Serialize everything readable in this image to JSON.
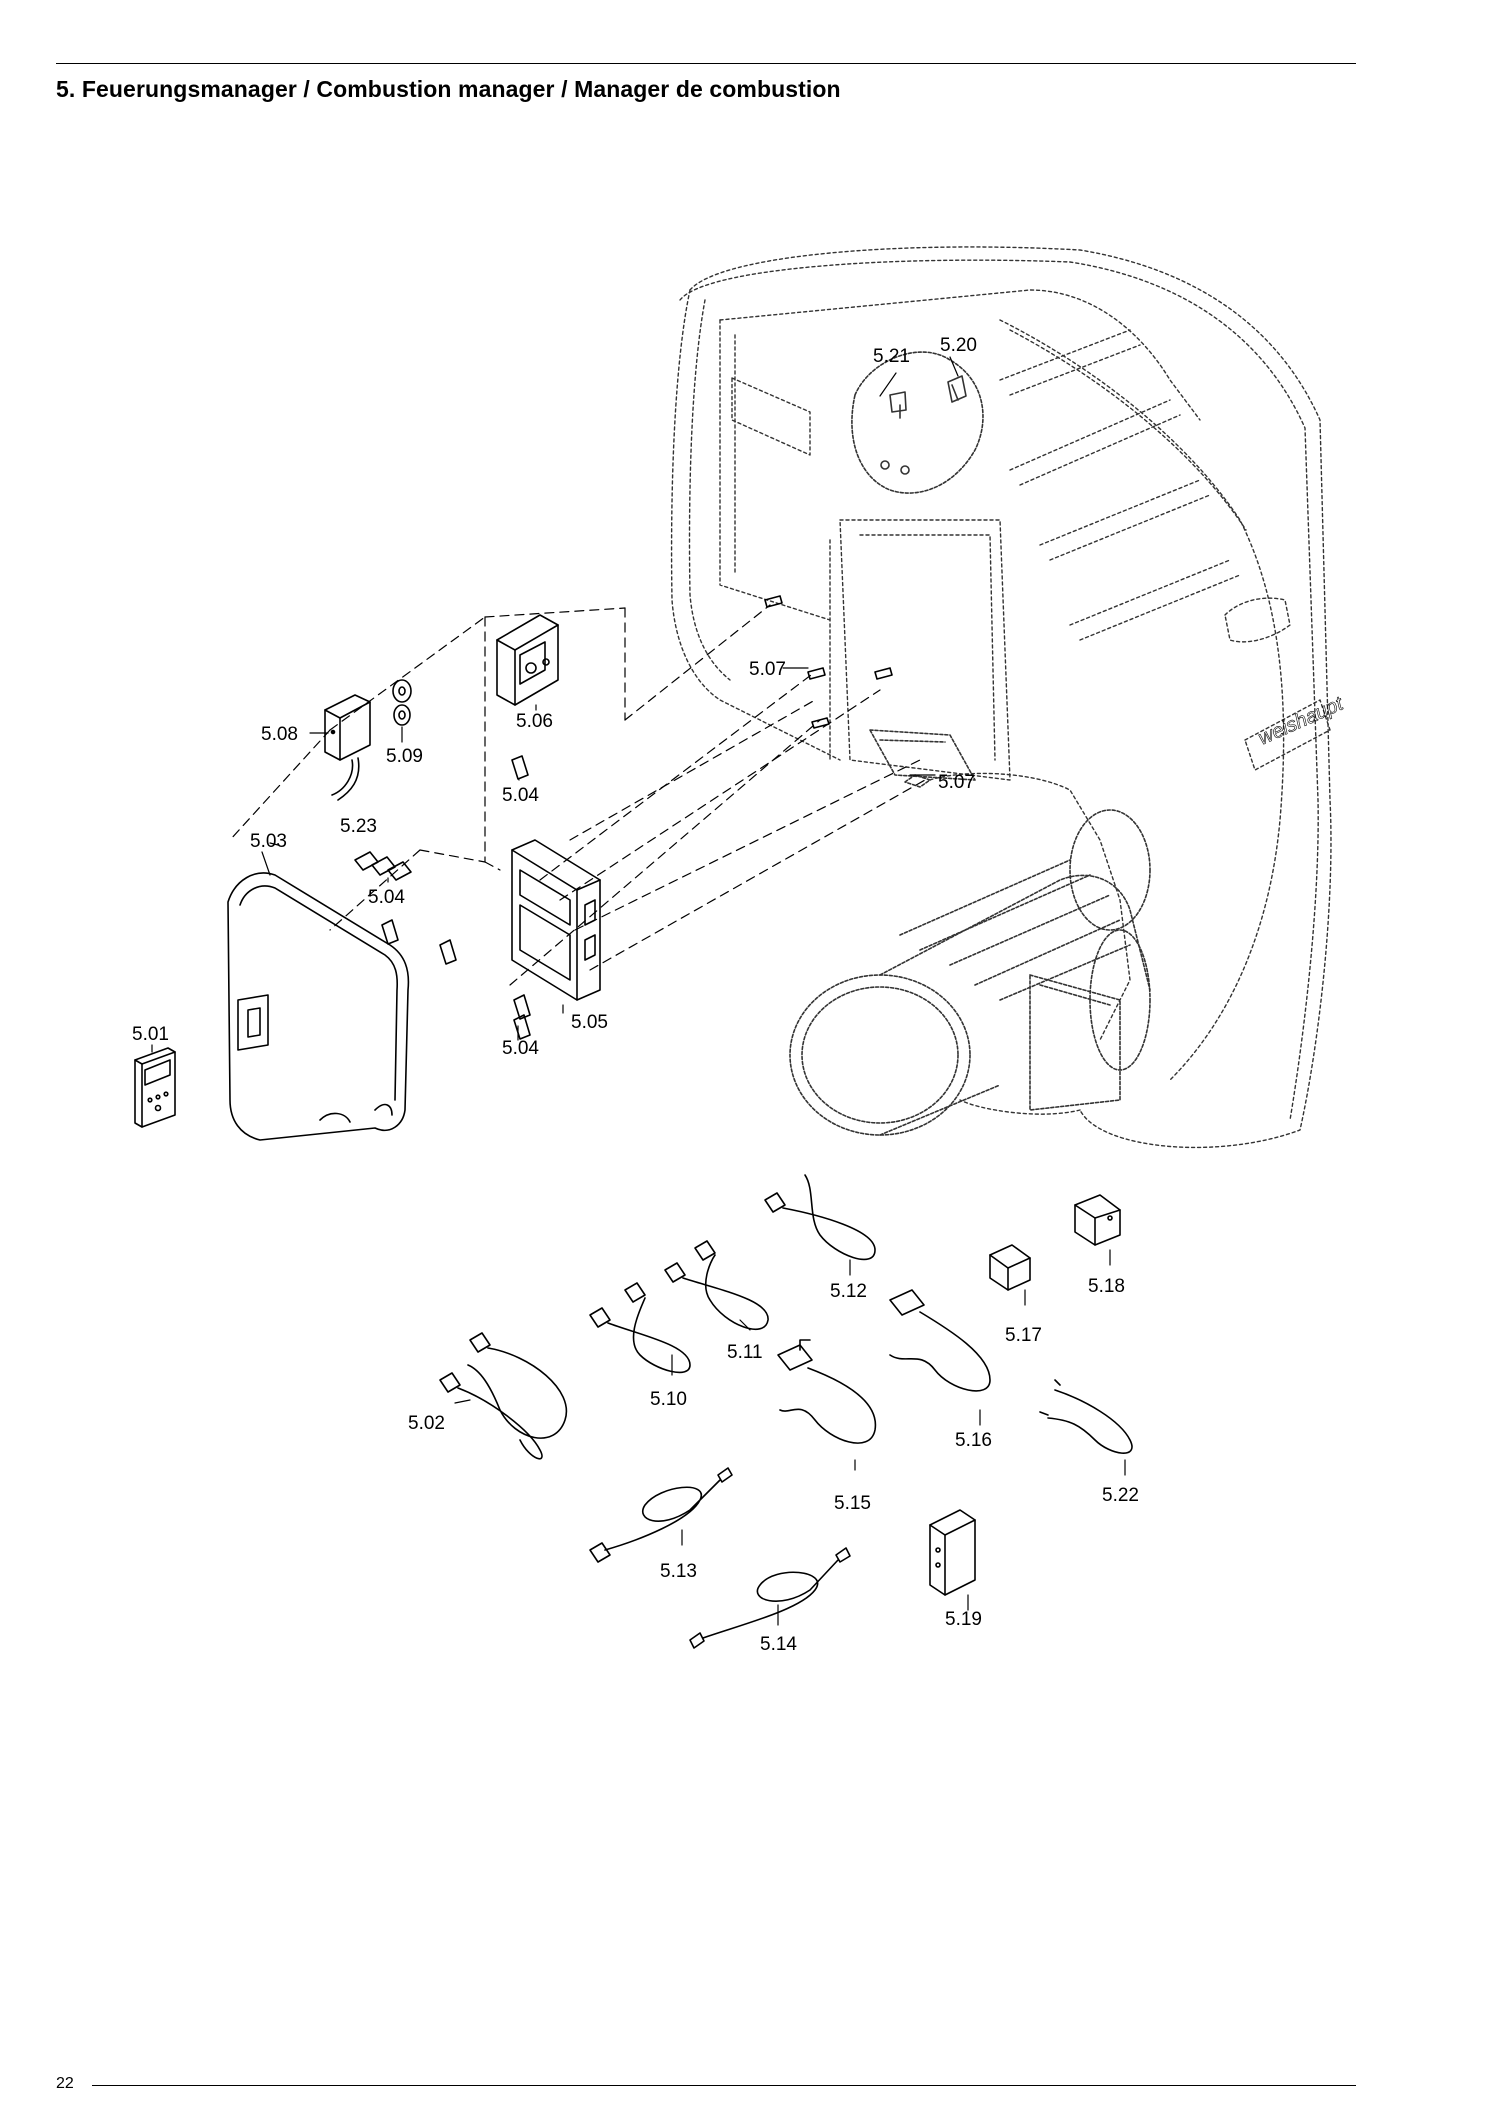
{
  "heading": "5. Feuerungsmanager / Combustion manager / Manager de combustion",
  "page_number": "22",
  "brand_on_housing": "weishaupt",
  "part_labels": [
    "5.01",
    "5.02",
    "5.03",
    "5.04",
    "5.04",
    "5.04",
    "5.05",
    "5.06",
    "5.07",
    "5.07",
    "5.08",
    "5.09",
    "5.10",
    "5.11",
    "5.12",
    "5.13",
    "5.14",
    "5.15",
    "5.16",
    "5.17",
    "5.18",
    "5.19",
    "5.20",
    "5.21",
    "5.22",
    "5.23"
  ]
}
